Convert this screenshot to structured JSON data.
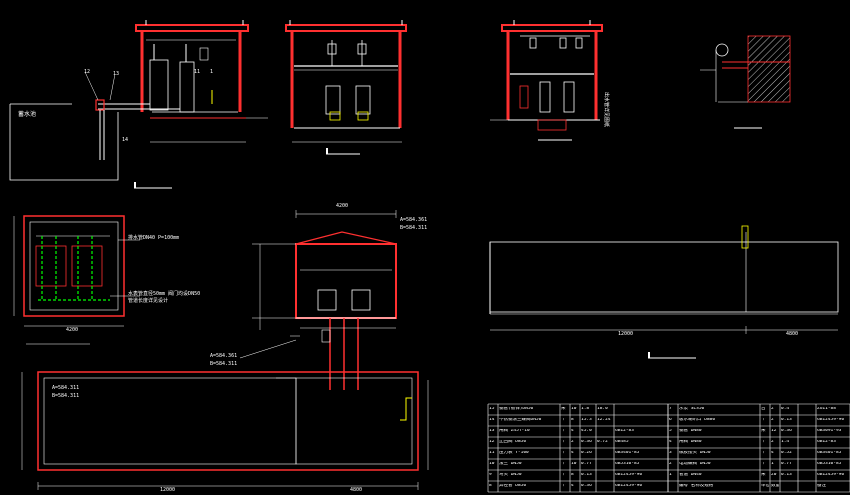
{
  "drawing": {
    "views": {
      "elevation_left_caption": "",
      "elevation_mid_caption": "",
      "elevation_right_caption": "",
      "detail_caption": "",
      "plan_caption": "",
      "long_section_caption": ""
    },
    "labels": {
      "pool_label": "蓄水池",
      "numbers_left": [
        "12",
        "13",
        "14",
        "11",
        "1"
      ],
      "plan_note": "排水管DN40 P=100mm",
      "plan_note2": "水表管直径50mm 阀门均设DN50",
      "plan_note3": "管道长度详见设计",
      "plan_dim": "4200",
      "elev_a": "A=584.361",
      "elev_b": "B=584.311",
      "elev_c": "A=584.361",
      "elev_d": "B=584.311",
      "elev_e": "A=584.311",
      "elev_f": "B=584.311",
      "dim_top_center": "4200",
      "dim_long": "12000",
      "dim_long2": "4800",
      "dim_bottom": "12000",
      "dim_bottom2": "4800",
      "vertical_note": "出水管详见图纸"
    },
    "title_block": {
      "rows": [
        [
          "15",
          "钢管(镀锌)DN50",
          "米",
          "10",
          "1.8",
          "18.0",
          ""
        ],
        [
          "14",
          "不锈钢法兰蝶阀DN50",
          "个",
          "8",
          "15.3",
          "12.24",
          ""
        ],
        [
          "13",
          "闸阀 Z45T-10",
          "个",
          "4",
          "45.0",
          "",
          "GB12-83"
        ],
        [
          "12",
          "止回阀 DN50",
          "个",
          "2",
          "0.36",
          "0.72",
          "GB485"
        ],
        [
          "11",
          "压力表 Y-100",
          "个",
          "4",
          "0.26",
          "",
          "GB3401-85"
        ],
        [
          "10",
          "法兰 DN50",
          "个",
          "10",
          "0.77",
          "",
          "GB5310-85"
        ],
        [
          "9",
          "弯头 DN50",
          "个",
          "8",
          "0.13",
          "",
          "GB12459-90"
        ],
        [
          "8",
          "异径管 DN50",
          "个",
          "4",
          "0.36",
          "",
          "GB12459-90"
        ]
      ],
      "rows_right": [
        [
          "7",
          "水泵 SLS50",
          "台",
          "2",
          "0.4",
          "",
          "ZG11-88"
        ],
        [
          "6",
          "吸水喇叭口 DN80",
          "个",
          "2",
          "0.13",
          "",
          "GB12459-90"
        ],
        [
          "5",
          "钢管 DN80",
          "米",
          "12",
          "0.36",
          "",
          "GB3091-93"
        ],
        [
          "4",
          "闸阀 DN80",
          "个",
          "2",
          "1.4",
          "",
          "GB12-83"
        ],
        [
          "3",
          "橡胶接头 DN50",
          "个",
          "4",
          "0.52",
          "",
          "GB3401-85"
        ],
        [
          "2",
          "电动蝶阀 DN50",
          "个",
          "1",
          "0.77",
          "",
          "GB5310-85"
        ],
        [
          "1",
          "管道 DN40",
          "米",
          "20",
          "0.13",
          "",
          "GB12459-90"
        ],
        [
          "",
          "编号 名称及规格",
          "单位",
          "数量",
          "",
          "",
          "备注"
        ]
      ]
    }
  }
}
